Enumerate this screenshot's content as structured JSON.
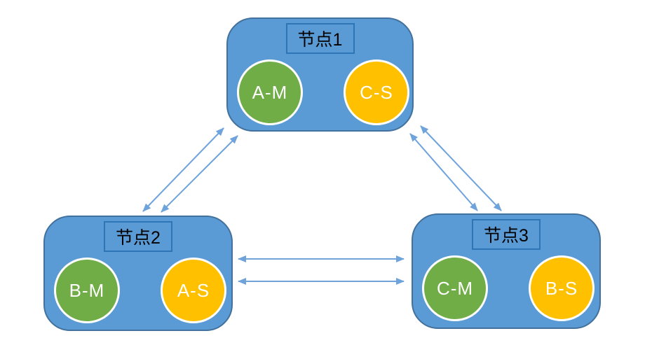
{
  "nodes": [
    {
      "label": "节点1",
      "circles": [
        {
          "label": "A-M",
          "color": "green"
        },
        {
          "label": "C-S",
          "color": "orange"
        }
      ]
    },
    {
      "label": "节点2",
      "circles": [
        {
          "label": "B-M",
          "color": "green"
        },
        {
          "label": "A-S",
          "color": "orange"
        }
      ]
    },
    {
      "label": "节点3",
      "circles": [
        {
          "label": "C-M",
          "color": "green"
        },
        {
          "label": "B-S",
          "color": "orange"
        }
      ]
    }
  ],
  "connections": [
    {
      "from": "节点1",
      "to": "节点2",
      "style": "double-headed-arrow",
      "lines": 2
    },
    {
      "from": "节点1",
      "to": "节点3",
      "style": "double-headed-arrow",
      "lines": 2
    },
    {
      "from": "节点2",
      "to": "节点3",
      "style": "double-headed-arrow",
      "lines": 2
    }
  ],
  "colors": {
    "background": "#FFFFFF",
    "node_fill": "#5B9BD5",
    "node_border": "#41719C",
    "label_box_border": "#2E75B6",
    "node_label_text": "#000000",
    "master_circle_fill": "#70AD47",
    "slave_circle_fill": "#FFC000",
    "circle_border": "#FFFFFF",
    "circle_text": "#FFFFFF",
    "arrow": "#6FA3DC"
  }
}
